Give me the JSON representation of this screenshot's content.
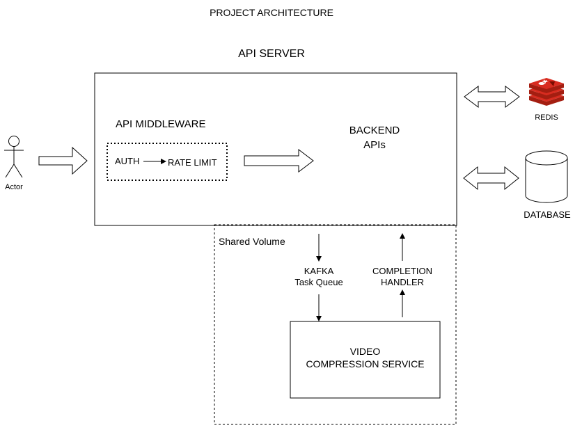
{
  "title": "PROJECT ARCHITECTURE",
  "api_server": {
    "label": "API SERVER",
    "middleware": {
      "label": "API MIDDLEWARE",
      "auth": "AUTH",
      "rate_limit": "RATE LIMIT"
    },
    "backend": {
      "line1": "BACKEND",
      "line2": "APIs"
    }
  },
  "actor": {
    "label": "Actor"
  },
  "redis": {
    "label": "REDIS",
    "color": "#c6302b"
  },
  "database": {
    "label": "DATABASE"
  },
  "shared_volume": {
    "label": "Shared Volume",
    "kafka": {
      "line1": "KAFKA",
      "line2": "Task Queue"
    },
    "completion": {
      "line1": "COMPLETION",
      "line2": "HANDLER"
    },
    "video_service": {
      "line1": "VIDEO",
      "line2": "COMPRESSION SERVICE"
    }
  }
}
